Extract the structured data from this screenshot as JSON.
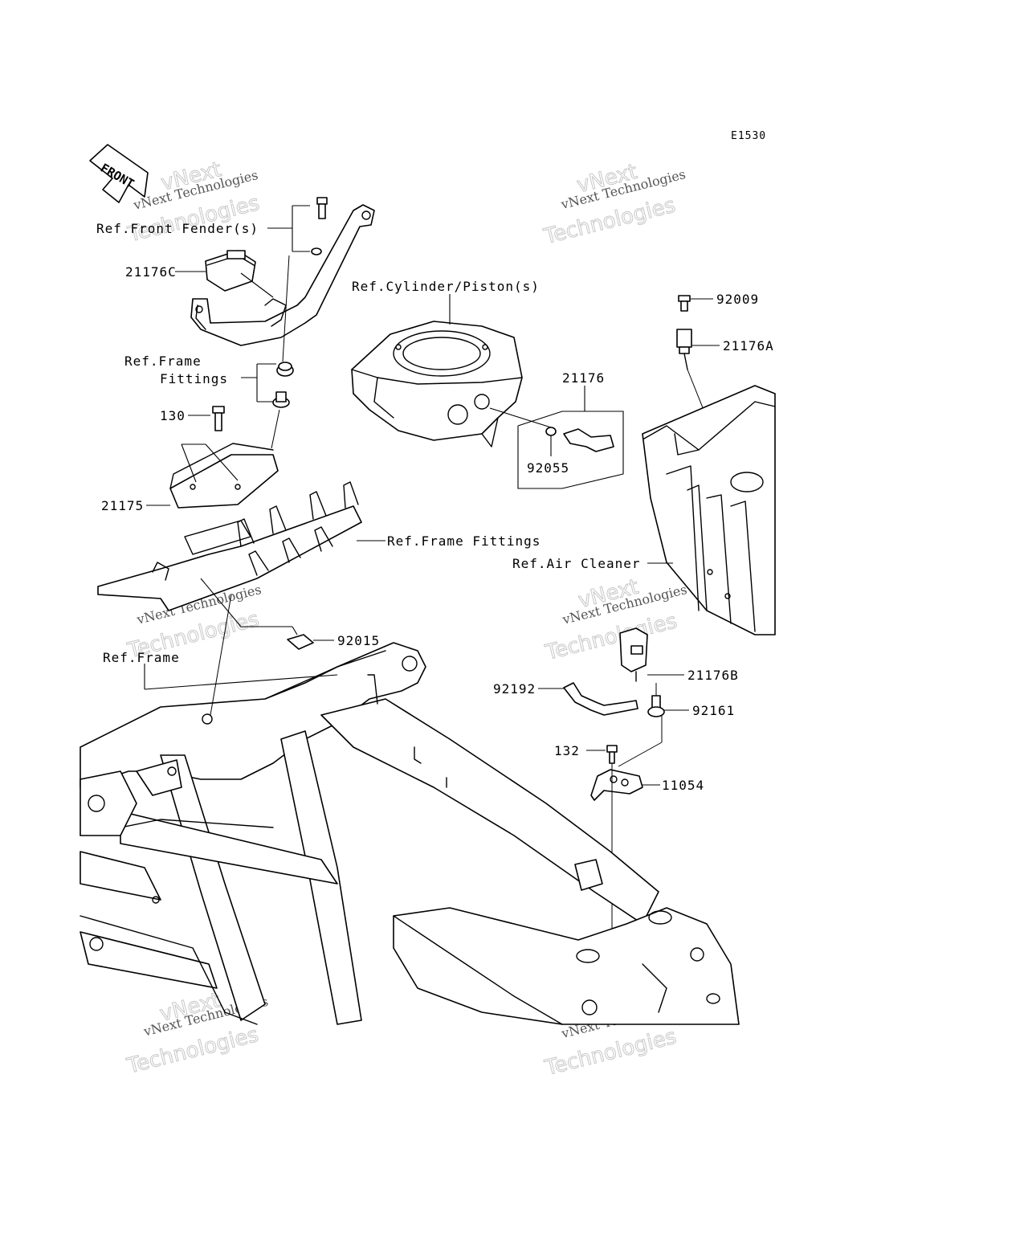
{
  "diagram_code": "E1530",
  "front_arrow": "FRONT",
  "watermark": {
    "line1": "vNext Technologies",
    "line2": "vNext Technologies"
  },
  "labels": {
    "ref_front_fender": "Ref.Front Fender(s)",
    "p21176C": "21176C",
    "ref_cylinder": "Ref.Cylinder/Piston(s)",
    "p92009": "92009",
    "p21176A": "21176A",
    "ref_frame_fittings_1": "Ref.Frame",
    "ref_frame_fittings_2": "Fittings",
    "p21176": "21176",
    "p130": "130",
    "p92055": "92055",
    "p21175": "21175",
    "ref_frame_fittings_right": "Ref.Frame Fittings",
    "ref_air_cleaner": "Ref.Air Cleaner",
    "p92015": "92015",
    "ref_frame": "Ref.Frame",
    "p21176B": "21176B",
    "p92192": "92192",
    "p92161": "92161",
    "p132": "132",
    "p11054": "11054"
  }
}
